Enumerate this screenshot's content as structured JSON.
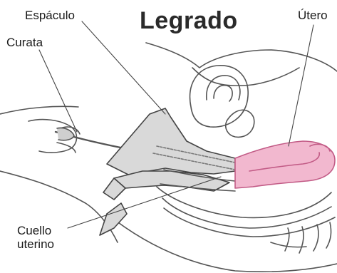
{
  "title": "Legrado",
  "labels": {
    "espaculo": "Espáculo",
    "curata": "Curata",
    "utero": "Útero",
    "cuello_line1": "Cuello",
    "cuello_line2": "uterino"
  },
  "colors": {
    "uterus_fill": "#f2b8cf",
    "uterus_stroke": "#c25b86",
    "line": "#555555",
    "speculum_fill": "#d9d9d9"
  }
}
